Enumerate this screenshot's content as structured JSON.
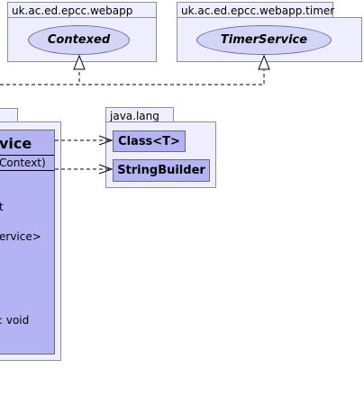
{
  "packages": {
    "webapp": {
      "name": "uk.ac.ed.epcc.webapp",
      "interface": "Contexed"
    },
    "timer": {
      "name": "uk.ac.ed.epcc.webapp.timer",
      "interface": "TimerService"
    },
    "java_lang": {
      "name": "java.lang",
      "classes": [
        "Class<T>",
        "StringBuilder"
      ]
    }
  },
  "main_class": {
    "name_fragment": "vice",
    "constructor_fragment": "Context)",
    "members": [
      "t",
      "ervice>",
      ": void"
    ]
  }
}
